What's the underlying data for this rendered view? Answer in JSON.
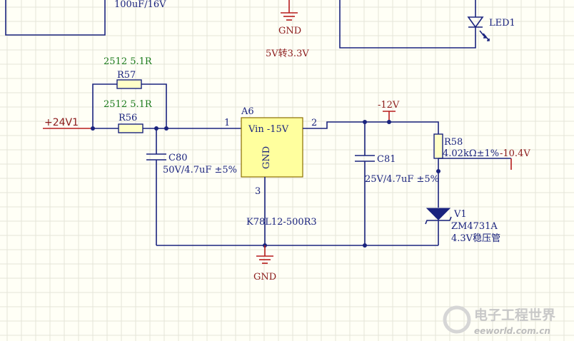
{
  "top": {
    "c_prev_value": "100uF/16V",
    "gnd_top": "GND",
    "reg_note": "5V转3.3V",
    "led_label": "LED1"
  },
  "input": {
    "net": "+24V1",
    "r57_pkg": "2512 5.1R",
    "r57": "R57",
    "r56_pkg": "2512 5.1R",
    "r56": "R56",
    "c80": "C80",
    "c80_value": "50V/4.7uF ±5%"
  },
  "regulator": {
    "designator": "A6",
    "label": "Vin  -15V",
    "gnd_pin": "GND",
    "pin1": "1",
    "pin2": "2",
    "pin3": "3",
    "part": "K78L12-500R3"
  },
  "output": {
    "net_12": "-12V",
    "c81": "C81",
    "c81_value": "25V/4.7uF ±5%",
    "r58": "R58",
    "r58_value": "4.02kΩ±1%",
    "net_104": "-10.4V",
    "v1": "V1",
    "v1_part": "ZM4731A",
    "v1_desc": "4.3V稳压管"
  },
  "bottom": {
    "gnd": "GND"
  },
  "watermark": {
    "brand": "电子工程世界",
    "url": "eeworld.com.cn"
  },
  "colors": {
    "wire": "#1a237e",
    "power": "#b71c1c",
    "label_green": "#1b7a1b",
    "ic_fill": "#ffff9e"
  }
}
